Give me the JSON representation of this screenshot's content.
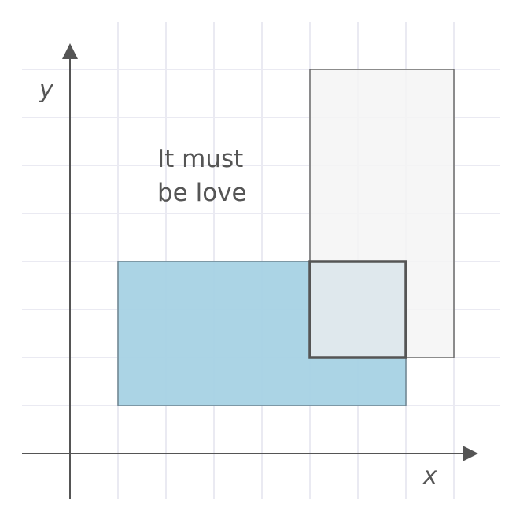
{
  "diagram": {
    "x_label": "x",
    "y_label": "y",
    "caption_line1": "It must",
    "caption_line2": "be love"
  },
  "colors": {
    "grid": "#eaeaf2",
    "axis": "#555555",
    "rect_blue_fill": "#a6d2e4",
    "rect_blue_stroke": "#6e8490",
    "rect_gray_fill": "#f5f5f5",
    "rect_gray_stroke": "#6a6a6a",
    "overlap_fill": "#dfe8ed",
    "overlap_stroke": "#555555",
    "text": "#555555"
  }
}
